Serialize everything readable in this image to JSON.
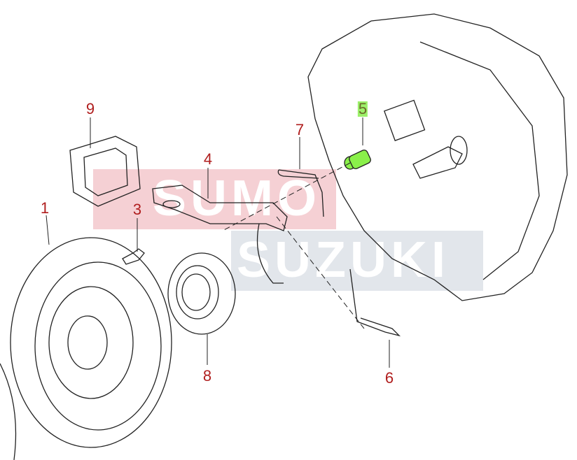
{
  "diagram": {
    "parts": [
      {
        "number": "1"
      },
      {
        "number": "3"
      },
      {
        "number": "4"
      },
      {
        "number": "5",
        "highlighted": true
      },
      {
        "number": "6"
      },
      {
        "number": "7"
      },
      {
        "number": "8"
      },
      {
        "number": "9"
      }
    ],
    "highlight_color": "#8af04a",
    "label_color": "#b01e1e"
  },
  "watermark": {
    "line1": "SUMO",
    "line2": "SUZUKI"
  }
}
